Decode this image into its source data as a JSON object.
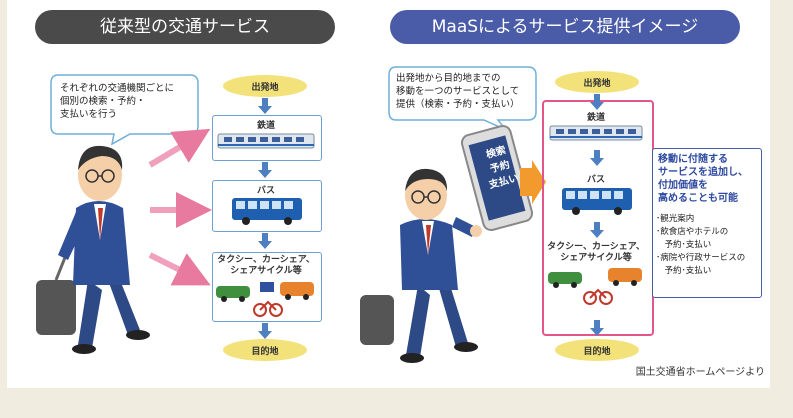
{
  "left": {
    "title": "従来型の交通サービス",
    "bubble": [
      "それぞれの交通機関ごとに",
      "個別の検索・予約・",
      "支払いを行う"
    ],
    "origin": "出発地",
    "train": "鉄道",
    "bus": "バス",
    "other": [
      "タクシー、カーシェア、",
      "シェアサイクル等"
    ],
    "destination": "目的地"
  },
  "right": {
    "title": "MaaSによるサービス提供イメージ",
    "bubble": [
      "出発地から目的地までの",
      "移動を一つのサービスとして",
      "提供（検索・予約・支払い）"
    ],
    "phone_text": [
      "検索",
      "予約",
      "支払い"
    ],
    "origin": "出発地",
    "train": "鉄道",
    "bus": "バス",
    "other": [
      "タクシー、カーシェア、",
      "シェアサイクル等"
    ],
    "destination": "目的地",
    "addon_title": [
      "移動に付随する",
      "サービスを追加し、",
      "付加価値を",
      "高めることも可能"
    ],
    "addon_items": [
      "･観光案内",
      "･飲食店やホテルの",
      "　予約･支払い",
      "･病院や行政サービスの",
      "　予約･支払い"
    ]
  },
  "credit": "国土交通省ホームページより",
  "colors": {
    "dark_pill": "#4a4a4a",
    "blue_pill": "#4a5ba8",
    "node": "#f3e27a",
    "arrow_blue": "#4e7fc1",
    "pink": "#e4568a",
    "orange": "#f29a2e",
    "box_border": "#6f9fd0"
  }
}
